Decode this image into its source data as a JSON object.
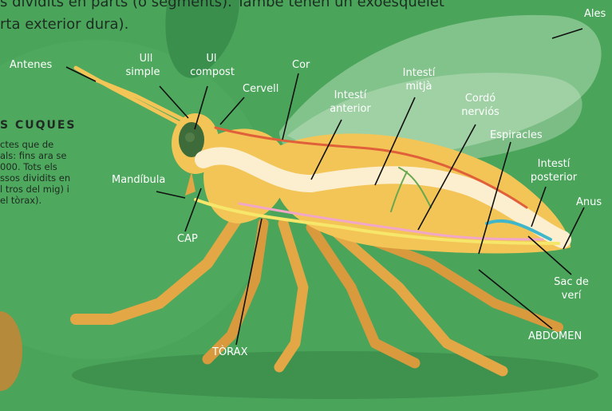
{
  "intro": {
    "line1": "s dividits en parts (o segments). També tenen un exoesquelet",
    "line2": "rta exterior dura)."
  },
  "sidebar": {
    "title": "S CUQUES",
    "lines": [
      "ctes que de",
      "als: fins ara se",
      "000. Tots els",
      "ssos dividits en",
      "l tros del mig) i",
      "el tòrax)."
    ]
  },
  "labels": {
    "antenes": "Antenes",
    "ull_simple_1": "Ull",
    "ull_simple_2": "simple",
    "ull_compost_1": "Ul",
    "ull_compost_2": "compost",
    "cervell": "Cervell",
    "cor": "Cor",
    "intesti_anterior_1": "Intestí",
    "intesti_anterior_2": "anterior",
    "intesti_mitja_1": "Intestí",
    "intesti_mitja_2": "mitjà",
    "cordo_nervios_1": "Cordó",
    "cordo_nervios_2": "nerviós",
    "ales": "Ales",
    "espiracles": "Espiracles",
    "intesti_posterior_1": "Intestí",
    "intesti_posterior_2": "posterior",
    "anus": "Anus",
    "mandibula": "Mandíbula",
    "cap": "CAP",
    "torax": "TÒRAX",
    "sac_de_veri_1": "Sac de",
    "sac_de_veri_2": "verí",
    "abdomen": "ABDOMEN"
  },
  "colors": {
    "background": "#4aa45a",
    "body": "#f3c557",
    "legs": "#e3a845",
    "gut": "#fbefd0",
    "heart_line": "#e0603a",
    "nerve_cord": "#f6e66a",
    "tracheae": "#f2a6c8",
    "venom_sac": "#3fb6c9",
    "wings": "#c8e6c8",
    "text": "#ffffff",
    "leader_line": "#111111"
  }
}
